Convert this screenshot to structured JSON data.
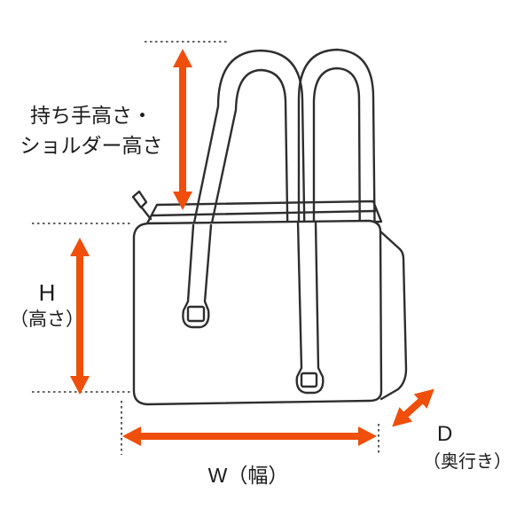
{
  "figure": {
    "labels": {
      "handle_height_line1": "持ち手高さ・",
      "handle_height_line2": "ショルダー高さ",
      "height_letter": "H",
      "height_sub": "（高さ）",
      "width": "W（幅）",
      "depth_letter": "D",
      "depth_sub": "（奥行き）"
    },
    "colors": {
      "arrow": "#EF4E0B",
      "line": "#2E2E2E",
      "background": "#FFFFFF"
    }
  }
}
